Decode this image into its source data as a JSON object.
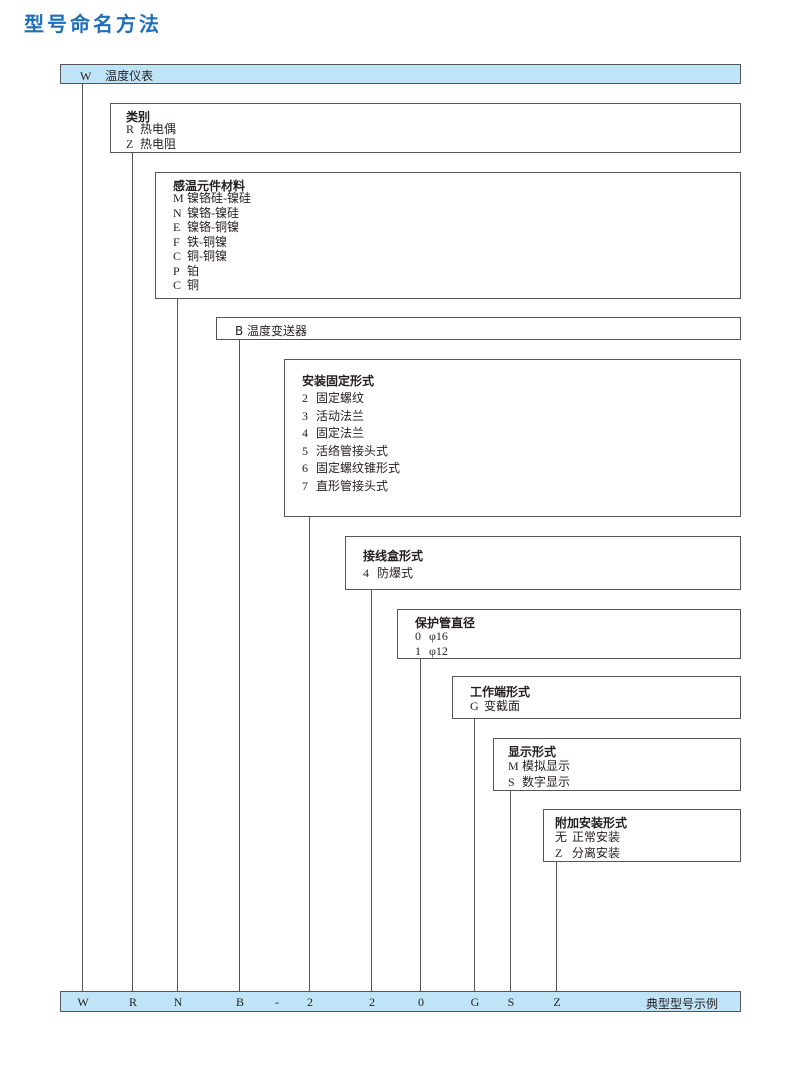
{
  "title": "型号命名方法",
  "top_bar": {
    "code": "W",
    "label": "温度仪表"
  },
  "categories": [
    {
      "title": "类别",
      "items": [
        {
          "code": "R",
          "text": "热电偶"
        },
        {
          "code": "Z",
          "text": "热电阻"
        }
      ]
    },
    {
      "title": "感温元件材料",
      "items": [
        {
          "code": "M",
          "text": "镍铬硅-镍硅"
        },
        {
          "code": "N",
          "text": "镍铬-镍硅"
        },
        {
          "code": "E",
          "text": "镍铬-铜镍"
        },
        {
          "code": "F",
          "text": "铁-铜镍"
        },
        {
          "code": "C",
          "text": "铜-铜镍"
        },
        {
          "code": "P",
          "text": "铂"
        },
        {
          "code": "C",
          "text": "铜"
        }
      ]
    },
    {
      "title": "B  温度变送器",
      "items": []
    },
    {
      "title": "安装固定形式",
      "items": [
        {
          "code": "2",
          "text": "固定螺纹"
        },
        {
          "code": "3",
          "text": "活动法兰"
        },
        {
          "code": "4",
          "text": "固定法兰"
        },
        {
          "code": "5",
          "text": "活络管接头式"
        },
        {
          "code": "6",
          "text": "固定螺纹锥形式"
        },
        {
          "code": "7",
          "text": "直形管接头式"
        }
      ]
    },
    {
      "title": "接线盒形式",
      "items": [
        {
          "code": "4",
          "text": "防爆式"
        }
      ]
    },
    {
      "title": "保护管直径",
      "items": [
        {
          "code": "0",
          "text": "φ16"
        },
        {
          "code": "1",
          "text": "φ12"
        }
      ]
    },
    {
      "title": "工作端形式",
      "items": [
        {
          "code": "G",
          "text": "变截面"
        }
      ]
    },
    {
      "title": "显示形式",
      "items": [
        {
          "code": "M",
          "text": "模拟显示"
        },
        {
          "code": "S",
          "text": "数字显示"
        }
      ]
    },
    {
      "title": "附加安装形式",
      "items": [
        {
          "code": "无",
          "text": "正常安装"
        },
        {
          "code": "Z",
          "text": "分离安装"
        }
      ]
    }
  ],
  "example": {
    "codes": [
      "W",
      "R",
      "N",
      "B",
      "-",
      "2",
      "2",
      "0",
      "G",
      "S",
      "Z"
    ],
    "label": "典型型号示例"
  }
}
